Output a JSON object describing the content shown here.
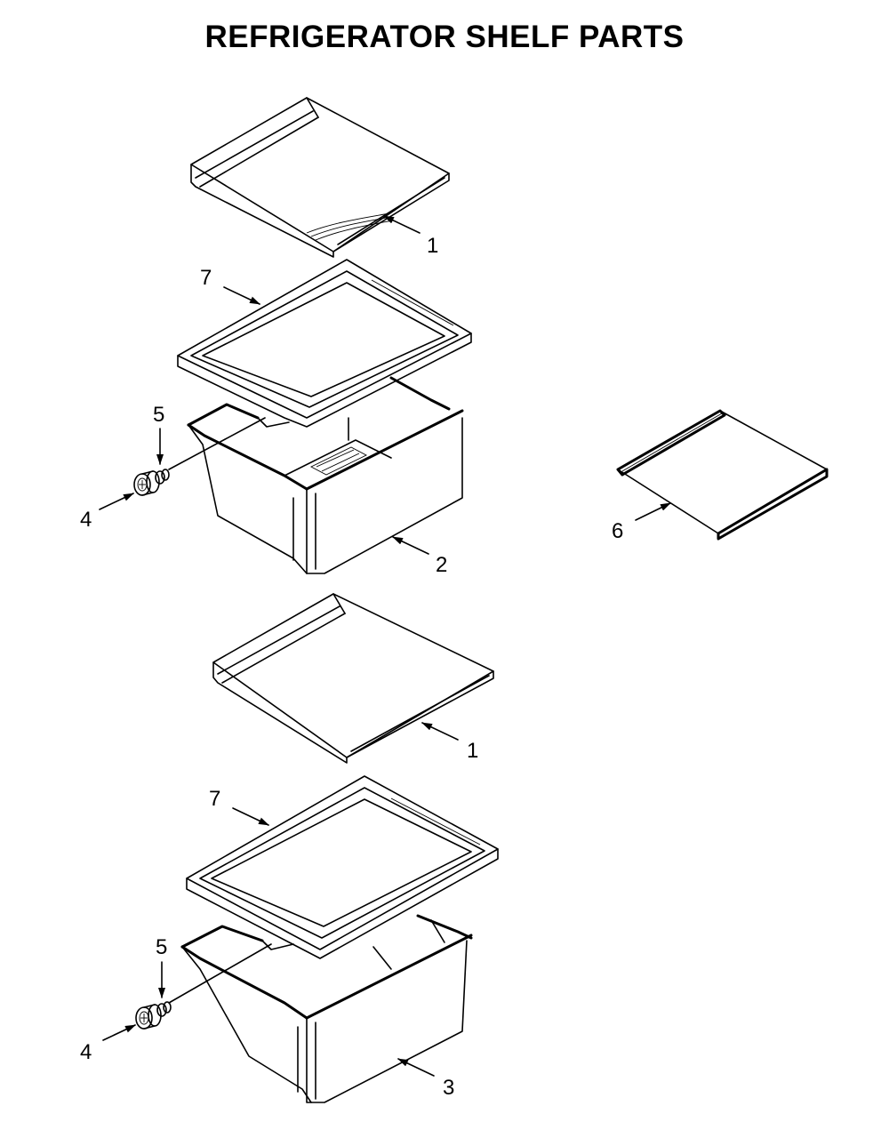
{
  "title": "REFRIGERATOR SHELF PARTS",
  "callouts": {
    "shelf_upper": "1",
    "cover_upper": "7",
    "screw_upper": "5",
    "knob_upper": "4",
    "crisper_upper": "2",
    "shelf_side": "6",
    "shelf_lower": "1",
    "cover_lower": "7",
    "screw_lower": "5",
    "knob_lower": "4",
    "crisper_lower": "3"
  }
}
